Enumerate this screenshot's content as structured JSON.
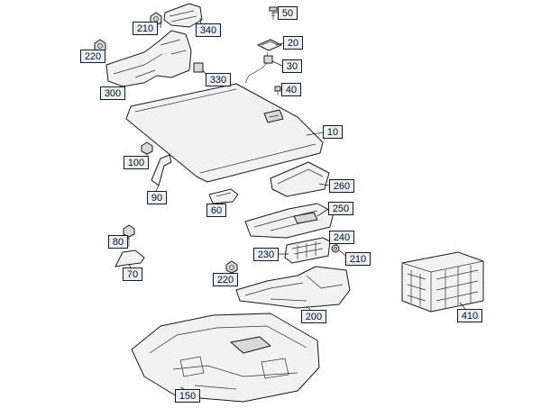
{
  "callouts": [
    {
      "id": "c50",
      "label": "50"
    },
    {
      "id": "c210a",
      "label": "210"
    },
    {
      "id": "c340",
      "label": "340"
    },
    {
      "id": "c20",
      "label": "20"
    },
    {
      "id": "c220a",
      "label": "220"
    },
    {
      "id": "c30",
      "label": "30"
    },
    {
      "id": "c330",
      "label": "330"
    },
    {
      "id": "c40",
      "label": "40"
    },
    {
      "id": "c300",
      "label": "300"
    },
    {
      "id": "c10",
      "label": "10"
    },
    {
      "id": "c100",
      "label": "100"
    },
    {
      "id": "c260",
      "label": "260"
    },
    {
      "id": "c90",
      "label": "90"
    },
    {
      "id": "c250",
      "label": "250"
    },
    {
      "id": "c60",
      "label": "60"
    },
    {
      "id": "c80",
      "label": "80"
    },
    {
      "id": "c240",
      "label": "240"
    },
    {
      "id": "c230",
      "label": "230"
    },
    {
      "id": "c210b",
      "label": "210"
    },
    {
      "id": "c70",
      "label": "70"
    },
    {
      "id": "c220b",
      "label": "220"
    },
    {
      "id": "c200",
      "label": "200"
    },
    {
      "id": "c410",
      "label": "410"
    },
    {
      "id": "c150",
      "label": "150"
    }
  ]
}
